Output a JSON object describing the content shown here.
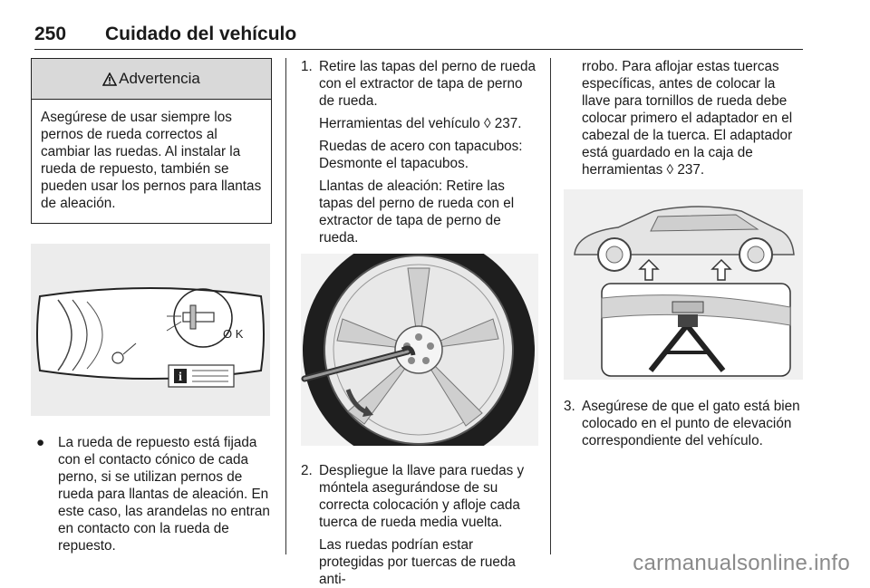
{
  "header": {
    "page_number": "250",
    "title": "Cuidado del vehículo"
  },
  "warning": {
    "title": "Advertencia",
    "text": "Asegúrese de usar siempre los pernos de rueda correctos al cambiar las ruedas. Al instalar la rueda de repuesto, también se pueden usar los pernos para llantas de aleación."
  },
  "figure1": {
    "ok_label": "O K",
    "info_label": "i"
  },
  "bullet": {
    "marker": "●",
    "text": "La rueda de repuesto está fijada con el contacto cónico de cada perno, si se utilizan pernos de rueda para llantas de aleación. En este caso, las arandelas no entran en contacto con la rueda de repuesto."
  },
  "steps": {
    "s1_num": "1.",
    "s1_text": "Retire las tapas del perno de rueda con el extractor de tapa de perno de rueda.",
    "s1_p1": "Herramientas del vehículo ◊ 237.",
    "s1_p2": "Ruedas de acero con tapacubos: Desmonte el tapacubos.",
    "s1_p3": "Llantas de aleación: Retire las tapas del perno de rueda con el extractor de tapa de perno de rueda.",
    "s2_num": "2.",
    "s2_text": "Despliegue la llave para ruedas y móntela asegurándose de su correcta colocación y afloje cada tuerca de rueda media vuelta.",
    "s2_p1": "Las ruedas podrían estar protegidas por tuercas de rueda anti-",
    "s2_cont": "rrobo. Para aflojar estas tuercas específicas, antes de colocar la llave para tornillos de rueda debe colocar primero el adaptador en el cabezal de la tuerca. El adaptador está guardado en la caja de herramientas ◊ 237.",
    "s3_num": "3.",
    "s3_text": "Asegúrese de que el gato está bien colocado en el punto de elevación correspondiente del vehículo."
  },
  "watermark": "carmanualsonline.info"
}
